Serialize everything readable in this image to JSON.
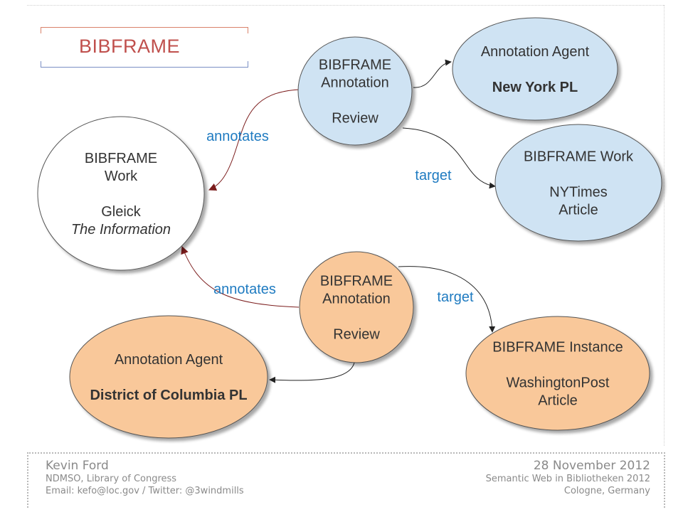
{
  "title": "BIBFRAME",
  "colors": {
    "blue_fill": "#cfe3f3",
    "orange_fill": "#f9c89a",
    "white_fill": "#ffffff",
    "node_stroke": "#555555",
    "label_blue": "#1f7bc1",
    "annotates_arrow": "#7b1c1c",
    "target_arrow": "#222222",
    "title_red": "#c0504d"
  },
  "nodes": {
    "work_gleick": {
      "fill": "white",
      "lines": [
        {
          "text": "BIBFRAME",
          "style": "normal"
        },
        {
          "text": "Work",
          "style": "normal"
        },
        {
          "text": "",
          "style": "normal"
        },
        {
          "text": "Gleick",
          "style": "normal"
        },
        {
          "text": "The Information",
          "style": "italic"
        }
      ]
    },
    "annotation_review_nypl": {
      "fill": "blue",
      "lines": [
        {
          "text": "BIBFRAME",
          "style": "normal"
        },
        {
          "text": "Annotation",
          "style": "normal"
        },
        {
          "text": "",
          "style": "normal"
        },
        {
          "text": "Review",
          "style": "normal"
        }
      ]
    },
    "agent_nypl": {
      "fill": "blue",
      "lines": [
        {
          "text": "Annotation Agent",
          "style": "normal"
        },
        {
          "text": "",
          "style": "normal"
        },
        {
          "text": "New York PL",
          "style": "bold"
        }
      ]
    },
    "work_nytimes": {
      "fill": "blue",
      "lines": [
        {
          "text": "BIBFRAME Work",
          "style": "normal"
        },
        {
          "text": "",
          "style": "normal"
        },
        {
          "text": "NYTimes",
          "style": "normal"
        },
        {
          "text": "Article",
          "style": "normal"
        }
      ]
    },
    "annotation_review_dcpl": {
      "fill": "orange",
      "lines": [
        {
          "text": "BIBFRAME",
          "style": "normal"
        },
        {
          "text": "Annotation",
          "style": "normal"
        },
        {
          "text": "",
          "style": "normal"
        },
        {
          "text": "Review",
          "style": "normal"
        }
      ]
    },
    "agent_dcpl": {
      "fill": "orange",
      "lines": [
        {
          "text": "Annotation Agent",
          "style": "normal"
        },
        {
          "text": "",
          "style": "normal"
        },
        {
          "text": "District of Columbia PL",
          "style": "bold"
        }
      ]
    },
    "instance_wapo": {
      "fill": "orange",
      "lines": [
        {
          "text": "BIBFRAME Instance",
          "style": "normal"
        },
        {
          "text": "",
          "style": "normal"
        },
        {
          "text": "WashingtonPost",
          "style": "normal"
        },
        {
          "text": "Article",
          "style": "normal"
        }
      ]
    }
  },
  "edges": {
    "nypl_annotates": {
      "from": "annotation_review_nypl",
      "to": "work_gleick",
      "label": "annotates",
      "kind": "annotates"
    },
    "nypl_agent": {
      "from": "annotation_review_nypl",
      "to": "agent_nypl",
      "label": "",
      "kind": "target"
    },
    "nypl_target": {
      "from": "annotation_review_nypl",
      "to": "work_nytimes",
      "label": "target",
      "kind": "target"
    },
    "dcpl_annotates": {
      "from": "annotation_review_dcpl",
      "to": "work_gleick",
      "label": "annotates",
      "kind": "annotates"
    },
    "dcpl_agent": {
      "from": "annotation_review_dcpl",
      "to": "agent_dcpl",
      "label": "",
      "kind": "target"
    },
    "dcpl_target": {
      "from": "annotation_review_dcpl",
      "to": "instance_wapo",
      "label": "target",
      "kind": "target"
    }
  },
  "footer": {
    "left": {
      "name": "Kevin Ford",
      "affiliation": "NDMSO, Library of Congress",
      "contact": "Email: kefo@loc.gov / Twitter: @3windmills"
    },
    "right": {
      "date": "28 November 2012",
      "event": "Semantic Web in Bibliotheken 2012",
      "location": "Cologne, Germany"
    }
  }
}
